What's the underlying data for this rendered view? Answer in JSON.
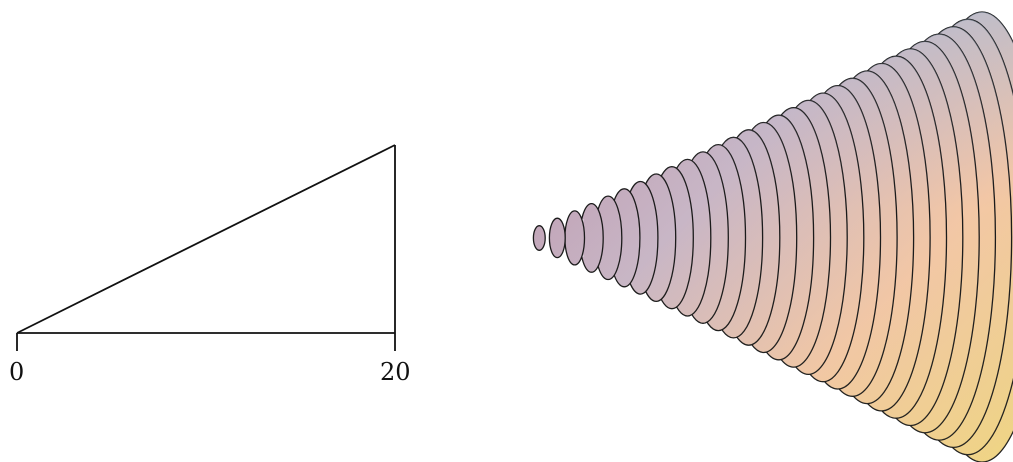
{
  "diagram": {
    "axis": {
      "start_label": "0",
      "end_label": "20"
    },
    "triangle": {
      "stroke_color": "#111111"
    }
  },
  "cone": {
    "ring_count": 30,
    "outline_color": "#1a1a1a",
    "highlight_color": "#f3eef6",
    "palette": {
      "apex": "#b98ea5",
      "middle": "#c8b6c6",
      "top_rim": "#a7bfd9",
      "right_rim": "#f3c7a5",
      "bottom_rim": "#efd583"
    }
  }
}
